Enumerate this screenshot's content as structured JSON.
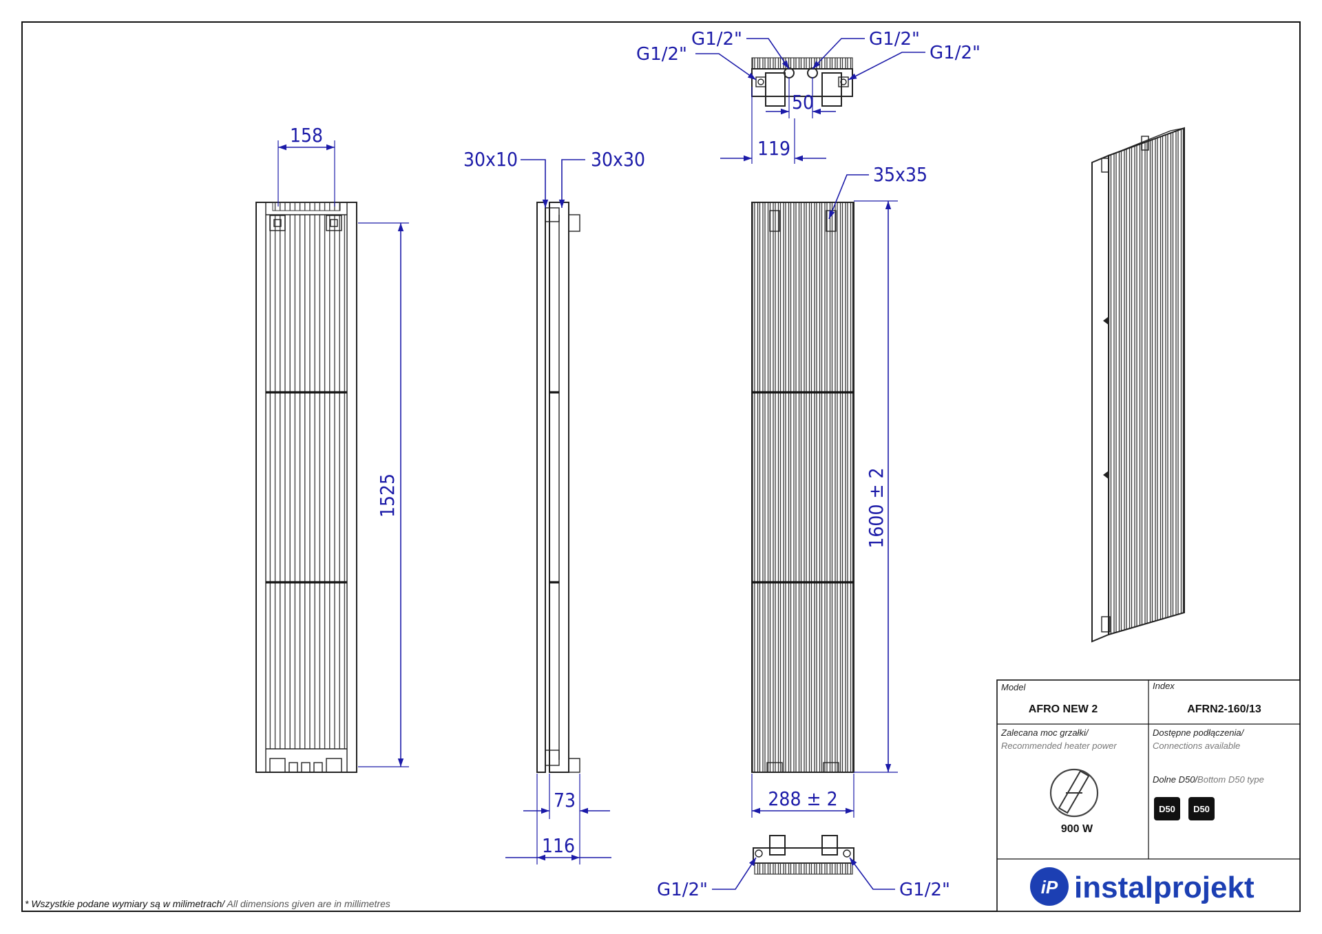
{
  "dimensions": {
    "front_top_width": "158",
    "front_height": "1525",
    "side_top_left": "30x10",
    "side_top_right": "30x30",
    "side_bottom_inner": "73",
    "side_bottom_outer": "116",
    "top_view_centers": "50",
    "top_view_offset": "119",
    "rear_profile": "35x35",
    "rear_height": "1600 ± 2",
    "rear_width": "288 ± 2"
  },
  "connections": {
    "top_outer_left": "G1/2\"",
    "top_inner_left": "G1/2\"",
    "top_inner_right": "G1/2\"",
    "top_outer_right": "G1/2\"",
    "bottom_left": "G1/2\"",
    "bottom_right": "G1/2\""
  },
  "title_block": {
    "model_label": "Model",
    "model_value": "AFRO NEW 2",
    "index_label": "Index",
    "index_value": "AFRN2-160/13",
    "power_label_pl": "Zalecana moc grzałki/",
    "power_label_en": "Recommended heater power",
    "power_value": "900 W",
    "conn_label_pl": "Dostępne podłączenia/",
    "conn_label_en": "Connections available",
    "conn_type_pl": "Dolne D50/",
    "conn_type_en": "Bottom D50 type",
    "badges": [
      "D50",
      "D50"
    ],
    "brand": "instalprojekt",
    "brand_mark": "iP"
  },
  "footnote": {
    "pl": "* Wszystkie podane wymiary są w milimetrach/",
    "en": " All dimensions given are in millimetres"
  },
  "colors": {
    "dimension": "#1b1aa8",
    "brand": "#1c3fb3",
    "line": "#222222"
  }
}
